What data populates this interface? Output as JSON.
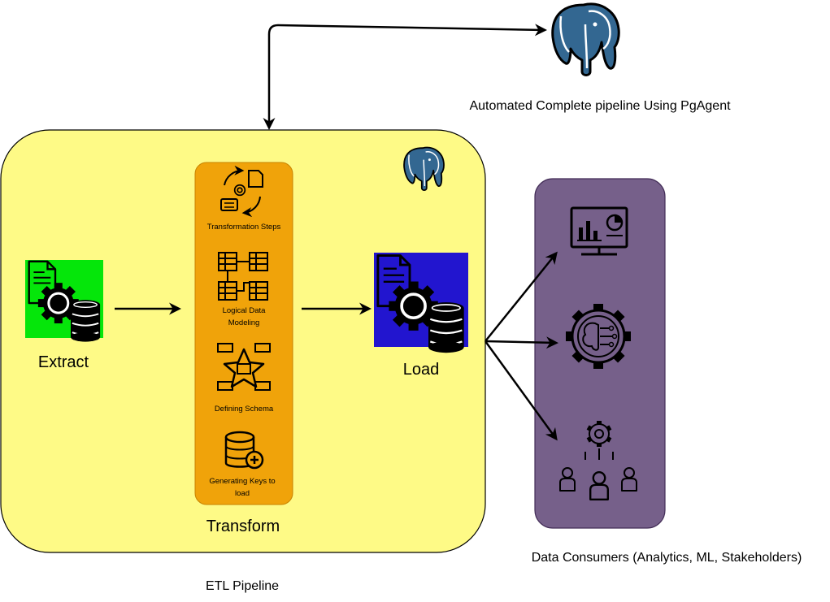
{
  "labels": {
    "automation": "Automated Complete pipeline Using PgAgent",
    "extract": "Extract",
    "transform": "Transform",
    "load": "Load",
    "etl_pipeline": "ETL Pipeline",
    "consumers": "Data Consumers (Analytics, ML, Stakeholders)"
  },
  "transform_steps": [
    "Transformation Steps",
    "Logical Data",
    "Modeling",
    "Defining Schema",
    "Generating Keys to",
    "load"
  ],
  "icons": {
    "postgres_top": "postgresql-elephant-icon",
    "postgres_pipeline": "postgresql-elephant-icon",
    "extract": "document-gear-database-icon",
    "load": "document-gear-database-icon",
    "step1": "transformation-cycle-icon",
    "step2": "table-relations-icon",
    "step3": "schema-star-icon",
    "step4": "database-add-icon",
    "consumer1": "analytics-monitor-icon",
    "consumer2": "ml-brain-gear-icon",
    "consumer3": "stakeholders-group-icon"
  },
  "colors": {
    "pipeline_bg": "#fefa86",
    "transform_bg": "#f0a30a",
    "extract_bg": "#05e60a",
    "load_bg": "#2215cf",
    "consumers_bg": "#76608a",
    "postgres_blue": "#336791"
  }
}
